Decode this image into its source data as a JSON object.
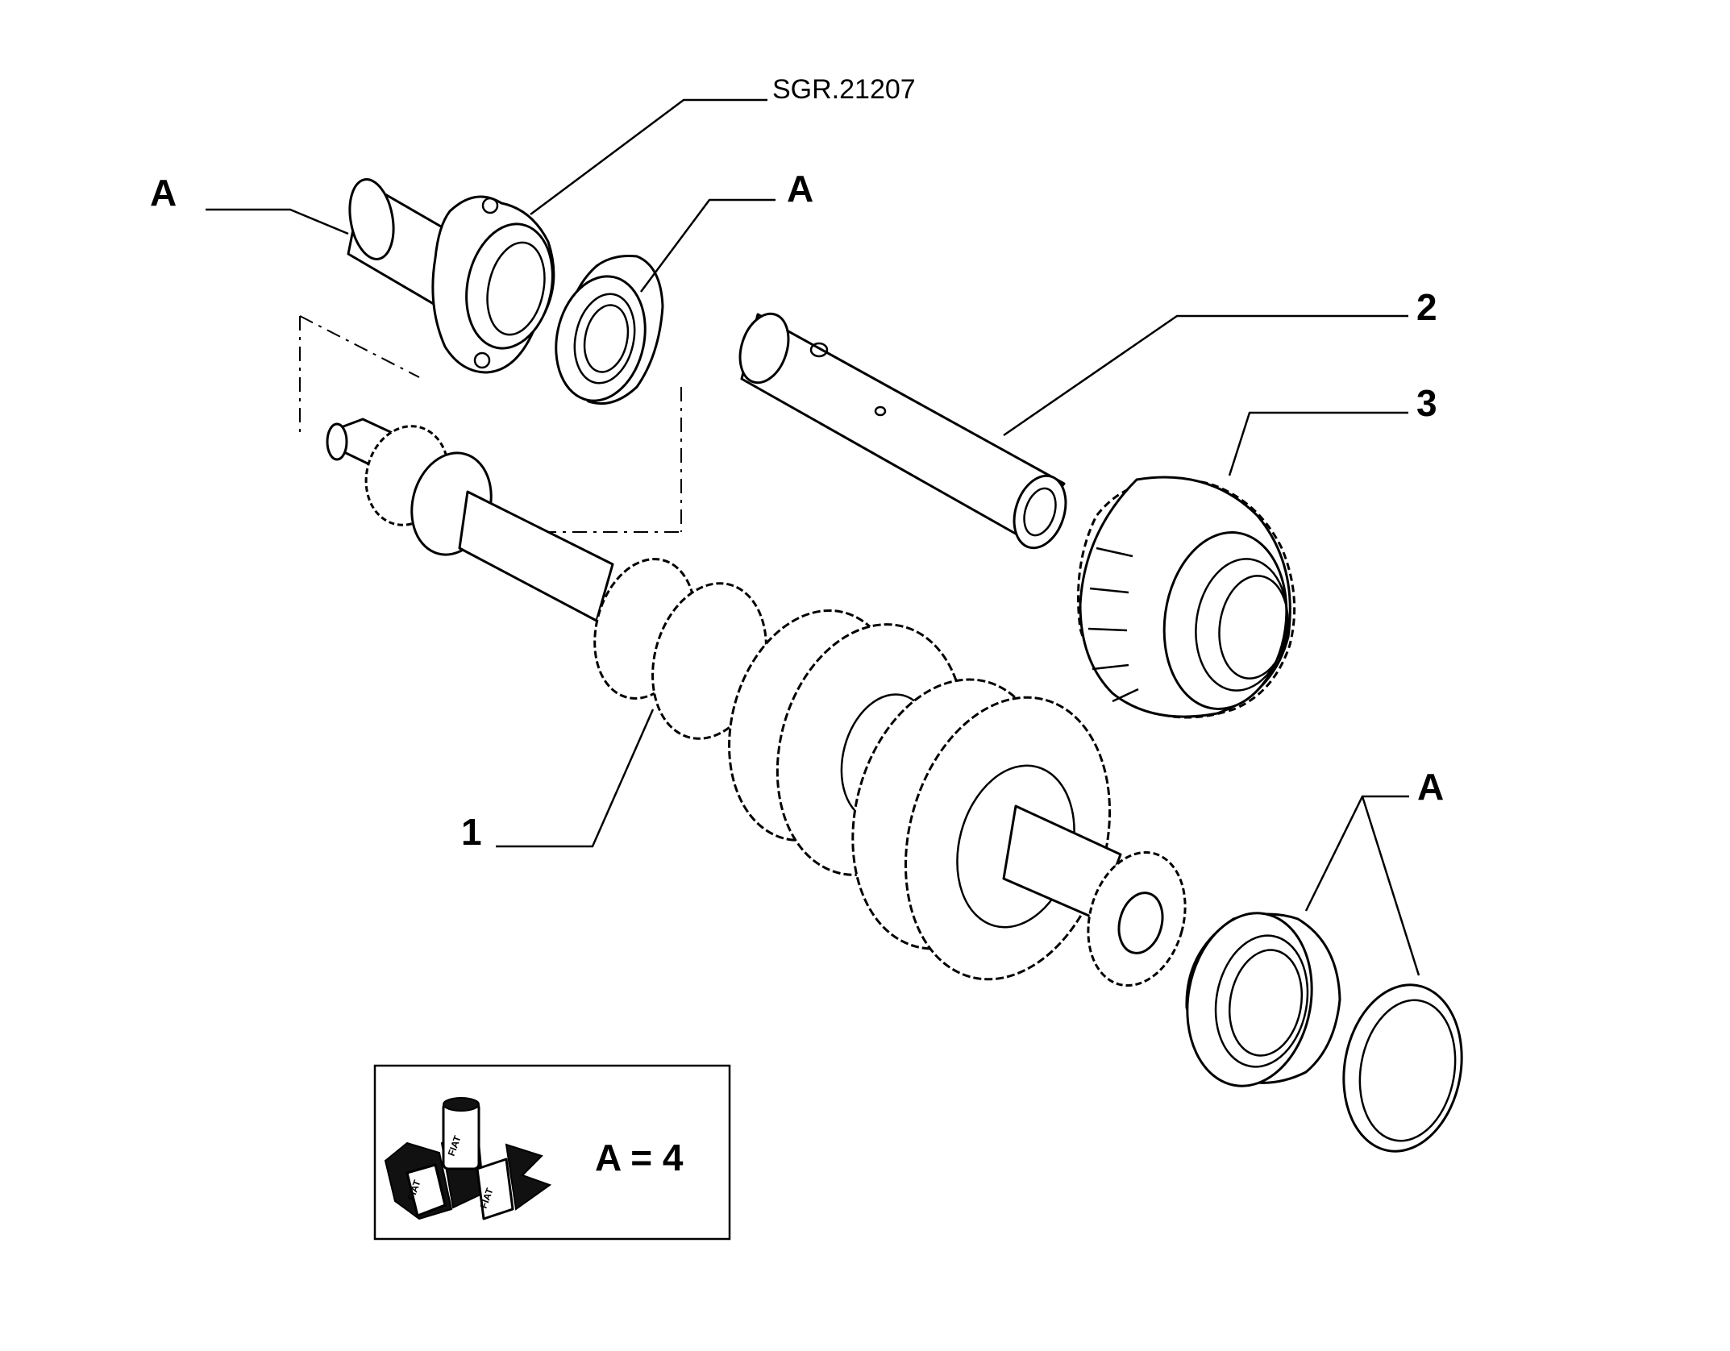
{
  "diagram": {
    "drawing_code": "SGR.21207",
    "callouts": {
      "part_1": "1",
      "part_2": "2",
      "part_3": "3",
      "assembly_a_top_left": "A",
      "assembly_a_top_middle": "A",
      "assembly_a_bottom_right": "A"
    },
    "legend": {
      "equation": "A = 4",
      "logo_text": [
        "FIAT",
        "FIAT",
        "FIAT"
      ]
    }
  }
}
